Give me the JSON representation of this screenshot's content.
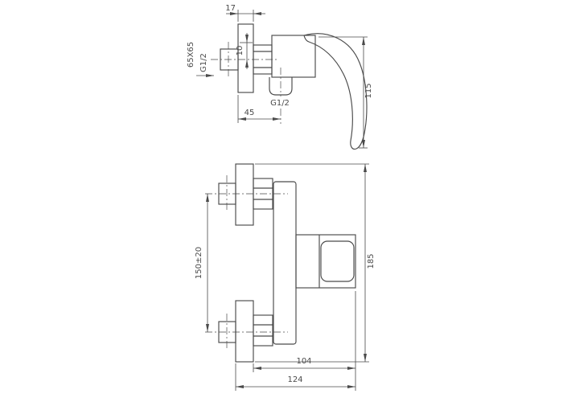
{
  "page": {
    "background": "#ffffff",
    "line_color": "#4a4a4a"
  },
  "views": {
    "side": {
      "flange_thickness": "17",
      "flange_square": "65X65",
      "inlet_thread": "G1/2",
      "inset_depth": "10",
      "outlet_thread": "G1/2",
      "outlet_offset": "45",
      "body_height": "115"
    },
    "front": {
      "pipe_centers": "150±20",
      "overall_height": "185",
      "body_width": "104",
      "overall_width": "124"
    }
  }
}
